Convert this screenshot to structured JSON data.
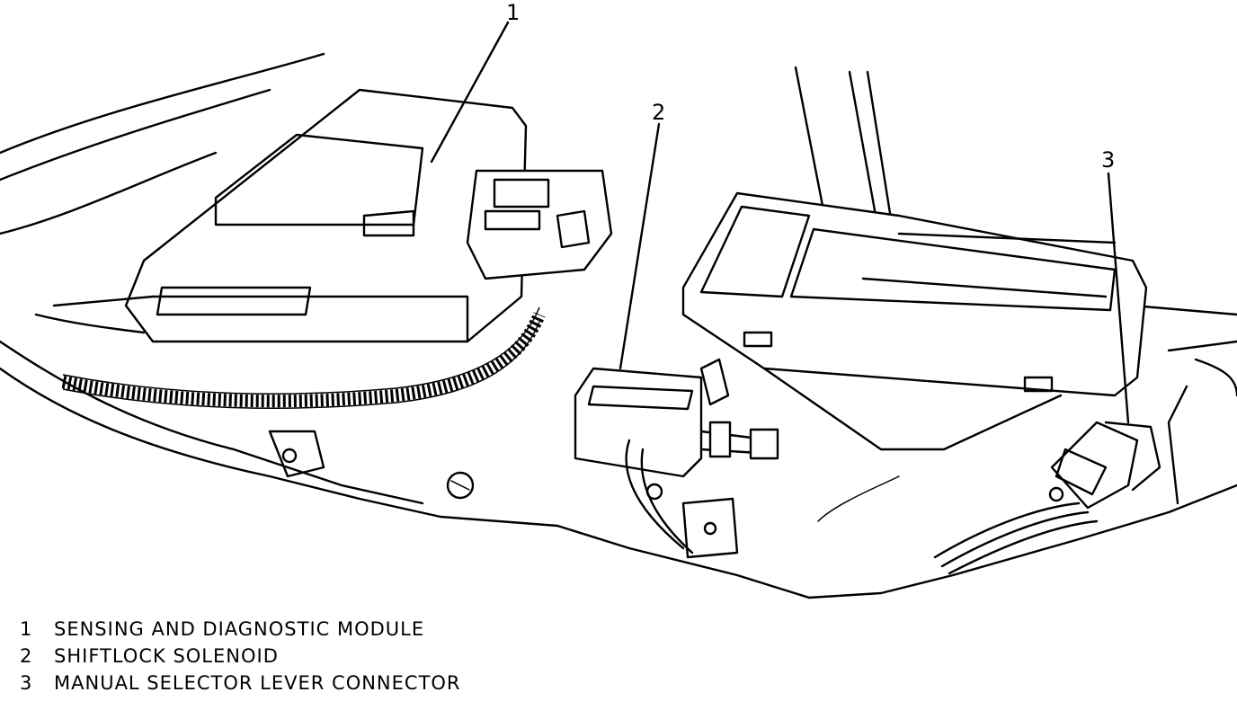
{
  "callouts": [
    {
      "num": "1"
    },
    {
      "num": "2"
    },
    {
      "num": "3"
    }
  ],
  "legend": [
    {
      "num": "1",
      "label": "SENSING AND DIAGNOSTIC MODULE"
    },
    {
      "num": "2",
      "label": "SHIFTLOCK SOLENOID"
    },
    {
      "num": "3",
      "label": "MANUAL SELECTOR LEVER CONNECTOR"
    }
  ]
}
